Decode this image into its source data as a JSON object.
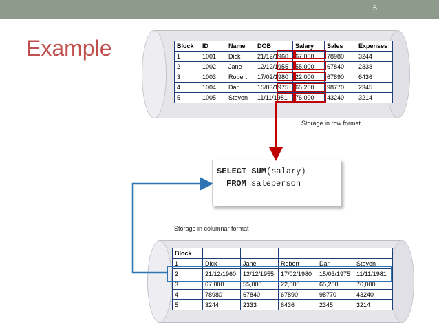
{
  "slide": {
    "number": "5",
    "title": "Example"
  },
  "row_table": {
    "headers": [
      "Block",
      "ID",
      "Name",
      "DOB",
      "Salary",
      "Sales",
      "Expenses"
    ],
    "rows": [
      [
        "1",
        "1001",
        "Dick",
        "21/12/1960",
        "67,000",
        "78980",
        "3244"
      ],
      [
        "2",
        "1002",
        "Jane",
        "12/12/1955",
        "55,000",
        "67840",
        "2333"
      ],
      [
        "3",
        "1003",
        "Robert",
        "17/02/1980",
        "22,000",
        "67890",
        "6436"
      ],
      [
        "4",
        "1004",
        "Dan",
        "15/03/1975",
        "65,200",
        "98770",
        "2345"
      ],
      [
        "5",
        "1005",
        "Steven",
        "11/11/1981",
        "76,000",
        "43240",
        "3214"
      ]
    ]
  },
  "row_caption": "Storage in row format",
  "sql": {
    "line1_kw": "SELECT SUM",
    "line1_rest": "(salary)",
    "line2_kw": "FROM",
    "line2_rest": " saleperson"
  },
  "col_caption": "Storage in columnar format",
  "col_table": {
    "header": "Block",
    "rows": [
      [
        "1",
        "Dick",
        "Jane",
        "Robert",
        "Dan",
        "Steven"
      ],
      [
        "2",
        "21/12/1960",
        "12/12/1955",
        "17/02/1980",
        "15/03/1975",
        "11/11/1981"
      ],
      [
        "3",
        "67,000",
        "55,000",
        "22,000",
        "65,200",
        "76,000"
      ],
      [
        "4",
        "78980",
        "67840",
        "67890",
        "98770",
        "43240"
      ],
      [
        "5",
        "3244",
        "2333",
        "6436",
        "2345",
        "3214"
      ]
    ]
  },
  "colors": {
    "topbar": "#8e9b8c",
    "title": "#c0504d",
    "highlight_row_format": "#c00000",
    "highlight_columnar_format": "#2e74b5"
  }
}
